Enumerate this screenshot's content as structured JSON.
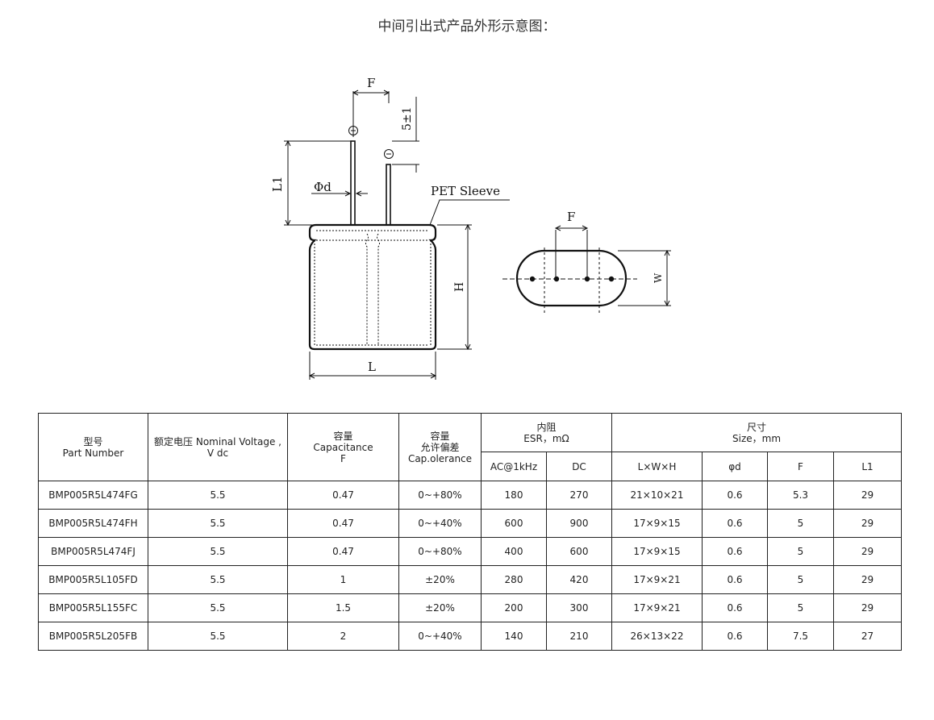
{
  "title": "中间引出式产品外形示意图：",
  "drawing": {
    "label_F": "F",
    "label_5pm1": "5±1",
    "label_L1": "L1",
    "label_phid": "Φd",
    "label_pet_sleeve": "PET Sleeve",
    "label_H": "H",
    "label_L": "L",
    "label_W": "W",
    "label_F2": "F",
    "plus_sign": "+",
    "minus_sign": "−"
  },
  "table": {
    "headers": {
      "part_cn": "型号",
      "part_en": "Part Number",
      "voltage_l1": "额定电压 Nominal Voltage ,",
      "voltage_l2": "V dc",
      "cap_cn": "容量",
      "cap_en": "Capacitance",
      "cap_unit": "F",
      "tol_cn1": "容量",
      "tol_cn2": "允许偏差",
      "tol_en": "Cap.olerance",
      "esr_cn": "内阻",
      "esr_en": "ESR，mΩ",
      "size_cn": "尺寸",
      "size_en": "Size，mm",
      "ac": "AC@1kHz",
      "dc": "DC",
      "lwh": "L×W×H",
      "phid": "φd",
      "f": "F",
      "l1": "L1"
    },
    "rows": [
      {
        "part": "BMP005R5L474FG",
        "voltage": "5.5",
        "cap": "0.47",
        "tol": "0~+80%",
        "ac": "180",
        "dc": "270",
        "size": "21×10×21",
        "phid": "0.6",
        "f": "5.3",
        "l1": "29"
      },
      {
        "part": "BMP005R5L474FH",
        "voltage": "5.5",
        "cap": "0.47",
        "tol": "0~+40%",
        "ac": "600",
        "dc": "900",
        "size": "17×9×15",
        "phid": "0.6",
        "f": "5",
        "l1": "29"
      },
      {
        "part": "BMP005R5L474FJ",
        "voltage": "5.5",
        "cap": "0.47",
        "tol": "0~+80%",
        "ac": "400",
        "dc": "600",
        "size": "17×9×15",
        "phid": "0.6",
        "f": "5",
        "l1": "29"
      },
      {
        "part": "BMP005R5L105FD",
        "voltage": "5.5",
        "cap": "1",
        "tol": "±20%",
        "ac": "280",
        "dc": "420",
        "size": "17×9×21",
        "phid": "0.6",
        "f": "5",
        "l1": "29"
      },
      {
        "part": "BMP005R5L155FC",
        "voltage": "5.5",
        "cap": "1.5",
        "tol": "±20%",
        "ac": "200",
        "dc": "300",
        "size": "17×9×21",
        "phid": "0.6",
        "f": "5",
        "l1": "29"
      },
      {
        "part": "BMP005R5L205FB",
        "voltage": "5.5",
        "cap": "2",
        "tol": "0~+40%",
        "ac": "140",
        "dc": "210",
        "size": "26×13×22",
        "phid": "0.6",
        "f": "7.5",
        "l1": "27"
      }
    ]
  }
}
